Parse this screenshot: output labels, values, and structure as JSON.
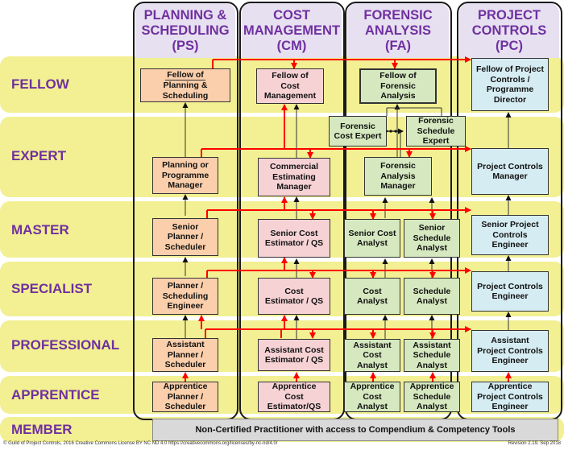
{
  "levels": {
    "fellow": "FELLOW",
    "expert": "EXPERT",
    "master": "MASTER",
    "specialist": "SPECIALIST",
    "professional": "PROFESSIONAL",
    "apprentice": "APPRENTICE",
    "member": "MEMBER"
  },
  "columns": {
    "ps": {
      "line1": "PLANNING &",
      "line2": "SCHEDULING",
      "line3": "(PS)"
    },
    "cm": {
      "line1": "COST",
      "line2": "MANAGEMENT",
      "line3": "(CM)"
    },
    "fa": {
      "line1": "FORENSIC",
      "line2": "ANALYSIS",
      "line3": "(FA)"
    },
    "pc": {
      "line1": "PROJECT",
      "line2": "CONTROLS",
      "line3": "(PC)"
    }
  },
  "roles": {
    "ps_fellow": [
      "Fellow of",
      "Planning &",
      "Scheduling"
    ],
    "ps_expert": [
      "Planning or",
      "Programme",
      "Manager"
    ],
    "ps_master": [
      "Senior",
      "Planner /",
      "Scheduler"
    ],
    "ps_specialist": [
      "Planner /",
      "Scheduling",
      "Engineer"
    ],
    "ps_professional": [
      "Assistant",
      "Planner /",
      "Scheduler"
    ],
    "ps_apprentice": [
      "Apprentice",
      "Planner /",
      "Scheduler"
    ],
    "cm_fellow": [
      "Fellow of",
      "Cost",
      "Management"
    ],
    "cm_expert": [
      "Commercial",
      "Estimating",
      "Manager"
    ],
    "cm_master": [
      "Senior Cost",
      "Estimator / QS"
    ],
    "cm_specialist": [
      "Cost",
      "Estimator / QS"
    ],
    "cm_professional": [
      "Assistant Cost",
      "Estimator / QS"
    ],
    "cm_apprentice": [
      "Apprentice",
      "Cost",
      "Estimator/QS"
    ],
    "fa_fellow": [
      "Fellow of",
      "Forensic",
      "Analysis"
    ],
    "fa_cost_expert": [
      "Forensic",
      "Cost Expert"
    ],
    "fa_schedule_expert": [
      "Forensic",
      "Schedule",
      "Expert"
    ],
    "fa_expert": [
      "Forensic",
      "Analysis",
      "Manager"
    ],
    "fa_master_cost": [
      "Senior Cost",
      "Analyst"
    ],
    "fa_master_schedule": [
      "Senior",
      "Schedule",
      "Analyst"
    ],
    "fa_spec_cost": [
      "Cost",
      "Analyst"
    ],
    "fa_spec_schedule": [
      "Schedule",
      "Analyst"
    ],
    "fa_prof_cost": [
      "Assistant",
      "Cost",
      "Analyst"
    ],
    "fa_prof_schedule": [
      "Assistant",
      "Schedule",
      "Analyst"
    ],
    "fa_app_cost": [
      "Apprentice",
      "Cost",
      "Analyst"
    ],
    "fa_app_schedule": [
      "Apprentice",
      "Schedule",
      "Analyst"
    ],
    "pc_fellow": [
      "Fellow of Project",
      "Controls /",
      "Programme",
      "Director"
    ],
    "pc_expert": [
      "Project Controls",
      "Manager"
    ],
    "pc_master": [
      "Senior Project",
      "Controls",
      "Engineer"
    ],
    "pc_specialist": [
      "Project Controls",
      "Engineer"
    ],
    "pc_professional": [
      "Assistant",
      "Project Controls",
      "Engineer"
    ],
    "pc_apprentice": [
      "Apprentice",
      "Project Controls",
      "Engineer"
    ]
  },
  "member_bar": "Non-Certified Practitioner with access to Compendium & Competency Tools",
  "footer": {
    "left": "© Guild of Project Controls, 2016 Creative Commons License BY NC ND 4.0",
    "link": "https://creativecommons.org/licenses/by-nc-nd/4.0/",
    "right": "Revision 2.19, Sep 2018"
  },
  "colors": {
    "band": "#f2f092",
    "level_text": "#7030a0",
    "arrow": "#ff0000",
    "ps_box": "#fbcfab",
    "cm_box": "#f6d2d5",
    "fa_box": "#d5e8bf",
    "pc_box": "#d5ecf2"
  }
}
